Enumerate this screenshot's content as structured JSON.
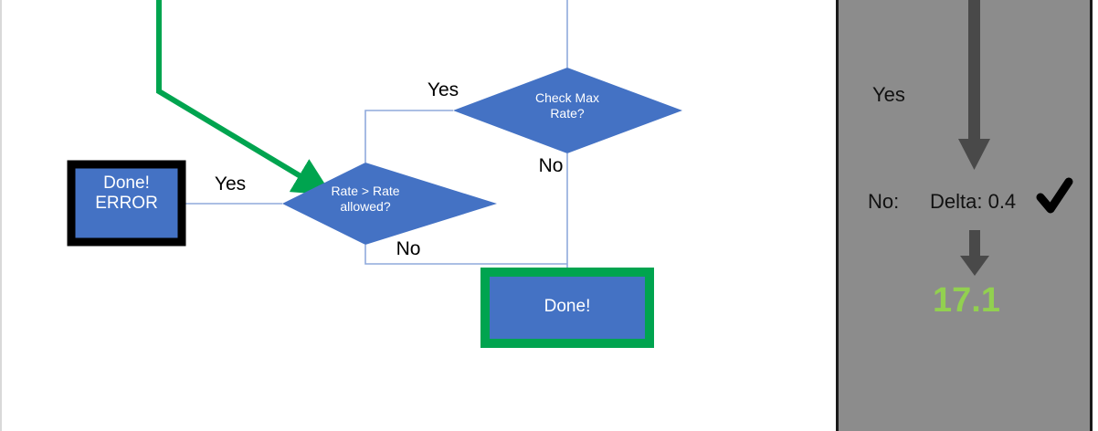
{
  "slide": {
    "background": "#ffffff",
    "left_rule_color": "#d9d9d9"
  },
  "flowchart": {
    "accent_fill": "#4472c4",
    "connector_color": "#8faadc",
    "highlight_green": "#00a44f",
    "outline_black": "#000000",
    "nodes": [
      {
        "id": "done-error",
        "type": "process",
        "label_line1": "Done!",
        "label_line2": "ERROR",
        "border": "#000000",
        "fill": "#4472c4"
      },
      {
        "id": "rate-gt-rate-allowed",
        "type": "decision",
        "label_line1": "Rate > Rate",
        "label_line2": "allowed?",
        "fill": "#4472c4"
      },
      {
        "id": "check-max-rate",
        "type": "decision",
        "label_line1": "Check Max",
        "label_line2": "Rate?",
        "fill": "#4472c4"
      },
      {
        "id": "done",
        "type": "process",
        "label_line1": "Done!",
        "border": "#00a44f",
        "fill": "#4472c4"
      }
    ],
    "edge_labels": [
      {
        "id": "yes-check-max-rate",
        "text": "Yes"
      },
      {
        "id": "no-check-max-rate",
        "text": "No"
      },
      {
        "id": "yes-rate-gt-allowed",
        "text": "Yes"
      },
      {
        "id": "no-rate-gt-allowed",
        "text": "No"
      }
    ]
  },
  "panel": {
    "background": "#8c8c8c",
    "border_color": "#1a1a1a",
    "arrow_color": "#494949",
    "yes_label": "Yes",
    "no_label": "No:",
    "delta_label": "Delta: 0.4",
    "check_mark": "✓",
    "result_value": "17.1",
    "result_color": "#92d050"
  }
}
